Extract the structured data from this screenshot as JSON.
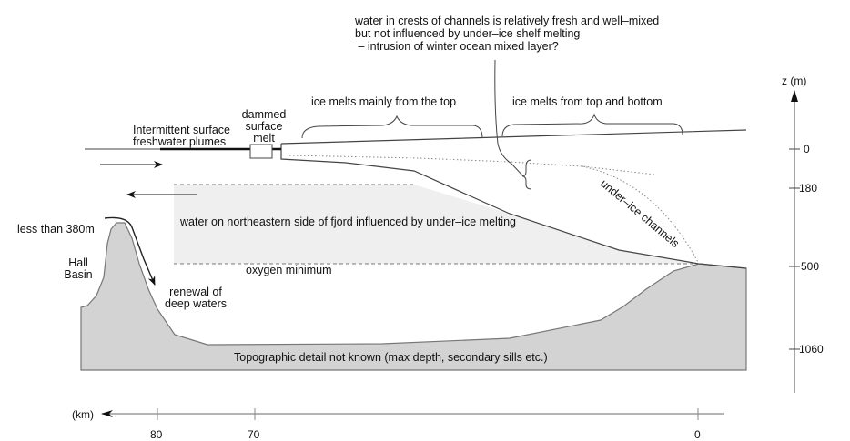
{
  "diagram": {
    "title": "Schematic cross-section of fjord and ice shelf",
    "colors": {
      "background": "#ffffff",
      "line": "#444444",
      "axis": "#888888",
      "seafloor_fill": "#d3d3d3",
      "seafloor_stroke": "#777777",
      "melt_water_fill": "#efefef",
      "dashed": "#777777",
      "text": "#111111"
    },
    "annotations": {
      "top_note": [
        "water in crests of channels is relatively fresh and well–mixed",
        "but not influenced by under–ice shelf melting",
        " – intrusion of winter ocean mixed layer?"
      ],
      "ice_top_melt": "ice melts mainly from the top",
      "ice_top_bottom_melt": "ice melts from top and bottom",
      "plumes": [
        "Intermittent surface",
        "freshwater plumes"
      ],
      "dammed": [
        "dammed",
        "surface",
        "melt"
      ],
      "under_ice_channels": "under–ice channels",
      "northeast_water": "water on northeastern side of fjord influenced by under–ice melting",
      "oxygen_minimum": "oxygen minimum",
      "sill_depth": "less than 380m",
      "hall_basin": [
        "Hall",
        "Basin"
      ],
      "renewal": [
        "renewal of",
        "deep waters"
      ],
      "topography": "Topographic detail not known (max depth, secondary sills etc.)"
    },
    "depth_axis": {
      "label": "z (m)",
      "ticks": [
        "0",
        "180",
        "500",
        "1060"
      ]
    },
    "distance_axis": {
      "label": "(km)",
      "ticks": [
        "80",
        "70",
        "0"
      ]
    }
  }
}
